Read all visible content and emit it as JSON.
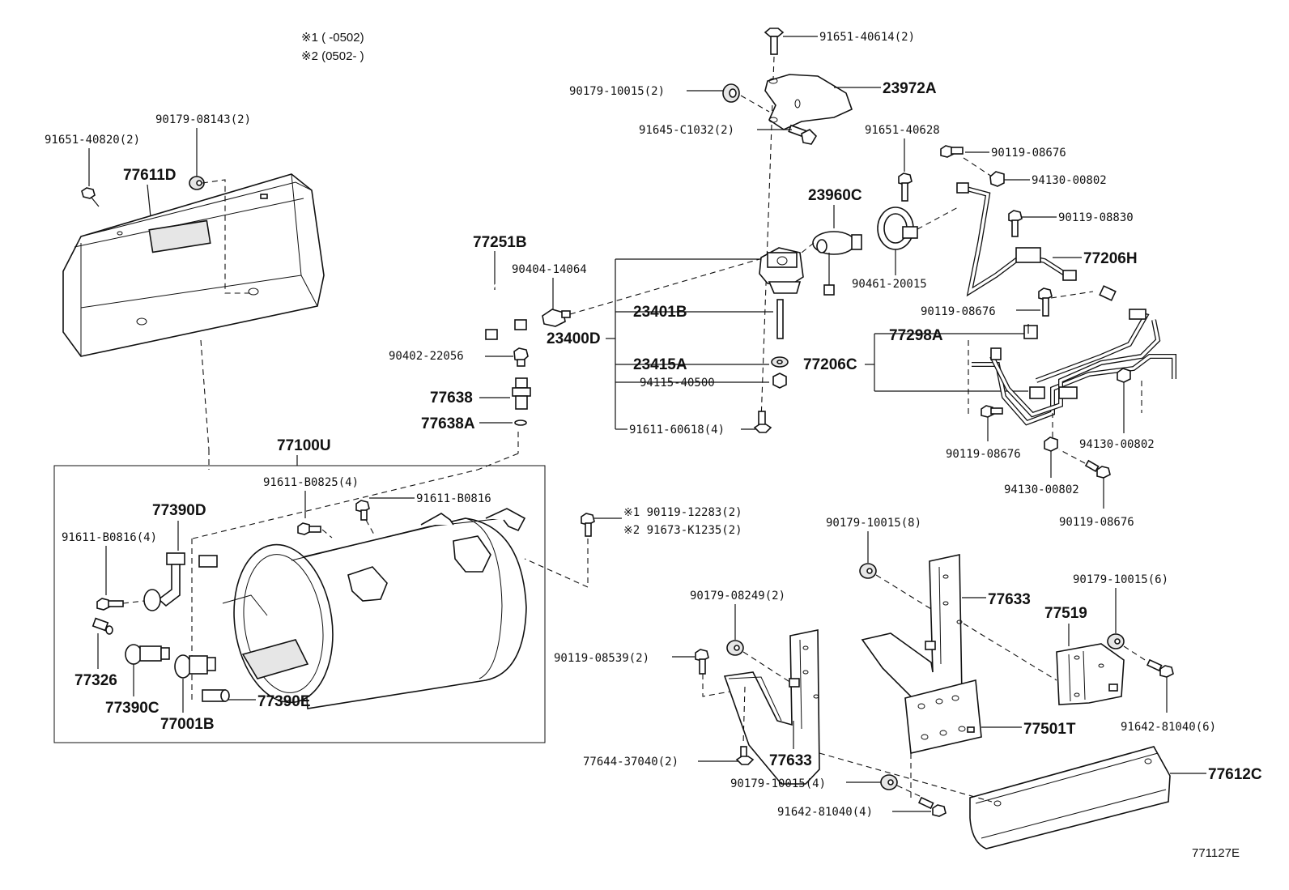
{
  "notes": {
    "n1": "※1 (      -0502)",
    "n2": "※2 (0502-      )"
  },
  "diagram_code": "771127E",
  "labels": {
    "p91651_40614": "91651-40614(2)",
    "p23972A": "23972A",
    "p90179_10015_2": "90179-10015(2)",
    "p91645_C1032": "91645-C1032(2)",
    "p90179_08143": "90179-08143(2)",
    "p91651_40820": "91651-40820(2)",
    "p77611D": "77611D",
    "p91651_40628": "91651-40628",
    "p90119_08676_a": "90119-08676",
    "p94130_00802_a": "94130-00802",
    "p23960C": "23960C",
    "p90119_08830": "90119-08830",
    "p77251B": "77251B",
    "p90404_14064": "90404-14064",
    "p90461_20015": "90461-20015",
    "p77206H": "77206H",
    "p23401B": "23401B",
    "p90119_08676_b": "90119-08676",
    "p23400D": "23400D",
    "p77298A": "77298A",
    "p90402_22056": "90402-22056",
    "p23415A": "23415A",
    "p77206C": "77206C",
    "p94115_40500": "94115-40500",
    "p77638": "77638",
    "p77638A": "77638A",
    "p91611_60618": "91611-60618(4)",
    "p90119_08676_c": "90119-08676",
    "p94130_00802_b": "94130-00802",
    "p77100U": "77100U",
    "p94130_00802_c": "94130-00802",
    "p91611_B0825": "91611-B0825(4)",
    "p91611_B0816_a": "91611-B0816",
    "p90119_08676_d": "90119-08676",
    "p77390D": "77390D",
    "p90119_12283": "※1 90119-12283(2)",
    "p91673_K1235": "※2 91673-K1235(2)",
    "p91611_B0816_b": "91611-B0816(4)",
    "p90179_10015_8": "90179-10015(8)",
    "p77633_a": "77633",
    "p90179_08249": "90179-08249(2)",
    "p90179_10015_6": "90179-10015(6)",
    "p77519": "77519",
    "p77326": "77326",
    "p90119_08539": "90119-08539(2)",
    "p77390C": "77390C",
    "p77390E": "77390E",
    "p77001B": "77001B",
    "p91642_81040_6": "91642-81040(6)",
    "p77501T": "77501T",
    "p77644_37040": "77644-37040(2)",
    "p77633_b": "77633",
    "p77612C": "77612C",
    "p90179_10015_4": "90179-10015(4)",
    "p91642_81040_4": "91642-81040(4)"
  }
}
